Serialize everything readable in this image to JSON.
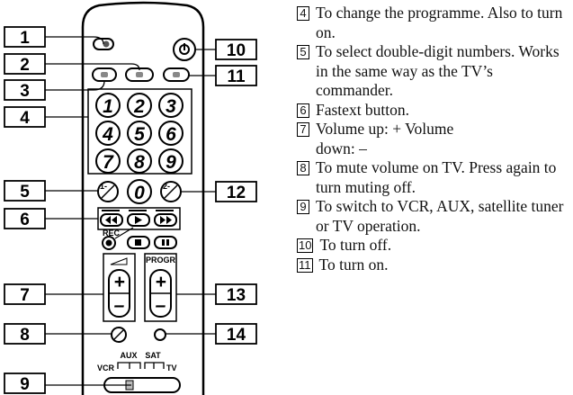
{
  "diagram": {
    "callouts": [
      "1",
      "2",
      "3",
      "4",
      "5",
      "6",
      "7",
      "8",
      "9",
      "10",
      "11",
      "12",
      "13",
      "14"
    ],
    "digits": [
      "1",
      "2",
      "3",
      "4",
      "5",
      "6",
      "7",
      "8",
      "9",
      "0"
    ],
    "labels": {
      "one_dash": "1-",
      "two_dash": "2-",
      "rec": "REC",
      "progr": "PROGR",
      "aux": "AUX",
      "sat": "SAT",
      "vcr": "VCR",
      "tv": "TV",
      "plus": "+",
      "minus": "–"
    }
  },
  "legend": [
    {
      "num": "4",
      "text": "To change the programme. Also to turn on."
    },
    {
      "num": "5",
      "text": "To select double-digit numbers. Works in the same way as the TV’s commander."
    },
    {
      "num": "6",
      "text": "Fastext button."
    },
    {
      "num": "7",
      "text": "Volume up: + Volume down: –"
    },
    {
      "num": "8",
      "text": "To mute volume on TV. Press again to turn muting off."
    },
    {
      "num": "9",
      "text": "To switch to VCR, AUX, satellite tuner or TV operation."
    },
    {
      "num": "10",
      "text": "To turn off."
    },
    {
      "num": "11",
      "text": "To turn on."
    }
  ]
}
